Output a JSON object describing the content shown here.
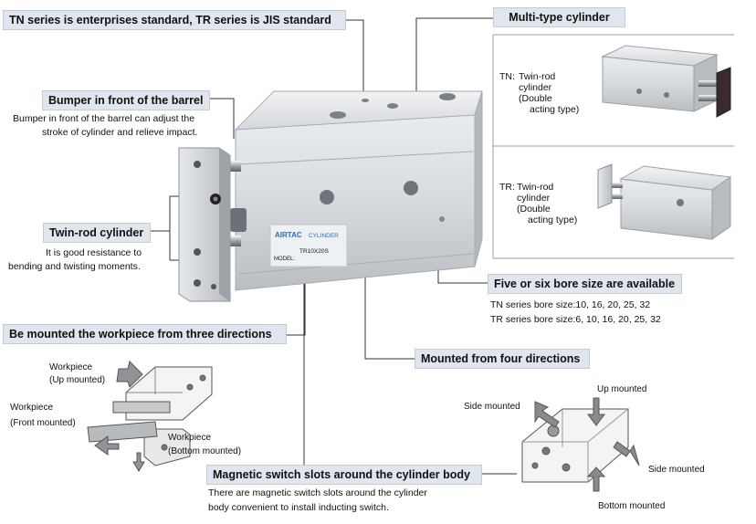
{
  "callouts": {
    "standard": "TN series is enterprises standard, TR series is JIS standard",
    "multi_type": "Multi-type cylinder",
    "bumper": "Bumper in front of the barrel",
    "twin_rod": "Twin-rod cylinder",
    "mounted_three": "Be mounted the workpiece from three directions",
    "bore_sizes": "Five or six bore size are available",
    "mounted_four": "Mounted from four directions",
    "magnetic": "Magnetic switch slots around the cylinder body"
  },
  "descriptions": {
    "bumper_line1": "Bumper in front of the barrel can adjust the",
    "bumper_line2": "stroke of cylinder and relieve impact.",
    "twin_line1": "It is good resistance to",
    "twin_line2": "bending and twisting moments.",
    "tn_bore": "TN series bore size:10, 16, 20, 25, 32",
    "tr_bore": "TR series bore size:6, 10, 16, 20, 25, 32",
    "magnetic_line1": "There are magnetic switch slots around the cylinder",
    "magnetic_line2": "body convenient to install inducting switch."
  },
  "multi_type_table": [
    {
      "series": "TN:",
      "lines": [
        "Twin-rod",
        "cylinder",
        "(Double",
        "acting type)"
      ]
    },
    {
      "series": "TR:",
      "lines": [
        "Twin-rod",
        "cylinder",
        "(Double",
        "acting type)"
      ]
    }
  ],
  "cylinder_label": {
    "brand": "AIRTAC",
    "product": "CYLINDER",
    "model_prefix": "MODEL:",
    "model": "TR10X20S"
  },
  "workpiece_labels": {
    "up_title": "Workpiece",
    "up_sub": "(Up mounted)",
    "front_title": "Workpiece",
    "front_sub": "(Front mounted)",
    "bottom_title": "Workpiece",
    "bottom_sub": "(Bottom mounted)"
  },
  "mount_labels": {
    "up": "Up mounted",
    "side_left": "Side mounted",
    "side_right": "Side mounted",
    "bottom": "Bottom mounted"
  },
  "colors": {
    "callout_bg": "#dfe6ee",
    "metal_light": "#e4e7ea",
    "metal_mid": "#c9cdd1",
    "metal_dark": "#8d9298",
    "arrow_gray": "#8a8a8a",
    "label_blue": "#2a6db5"
  }
}
